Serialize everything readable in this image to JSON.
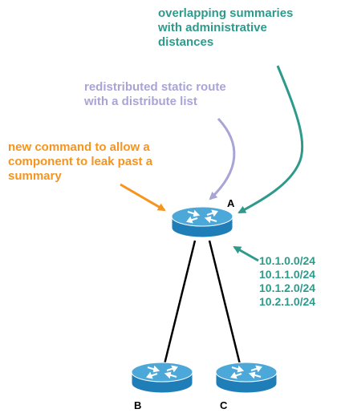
{
  "colors": {
    "orange": "#F7941D",
    "purple": "#A9A4D6",
    "teal": "#2E9A8C",
    "router_top": "#4BA8D8",
    "router_side": "#1F7EB8"
  },
  "annotations": {
    "leak_command": [
      "new command to allow a",
      "component to leak past a",
      "summary"
    ],
    "static_route": [
      "redistributed static route",
      "with a distribute list"
    ],
    "summaries": [
      "overlapping summaries",
      "with administrative",
      "distances"
    ]
  },
  "subnets": [
    "10.1.0.0/24",
    "10.1.1.0/24",
    "10.1.2.0/24",
    "10.2.1.0/24"
  ],
  "routers": {
    "a": {
      "label": "A",
      "icon": "router-icon"
    },
    "b": {
      "label": "B",
      "icon": "router-icon"
    },
    "c": {
      "label": "C",
      "icon": "router-icon"
    }
  }
}
